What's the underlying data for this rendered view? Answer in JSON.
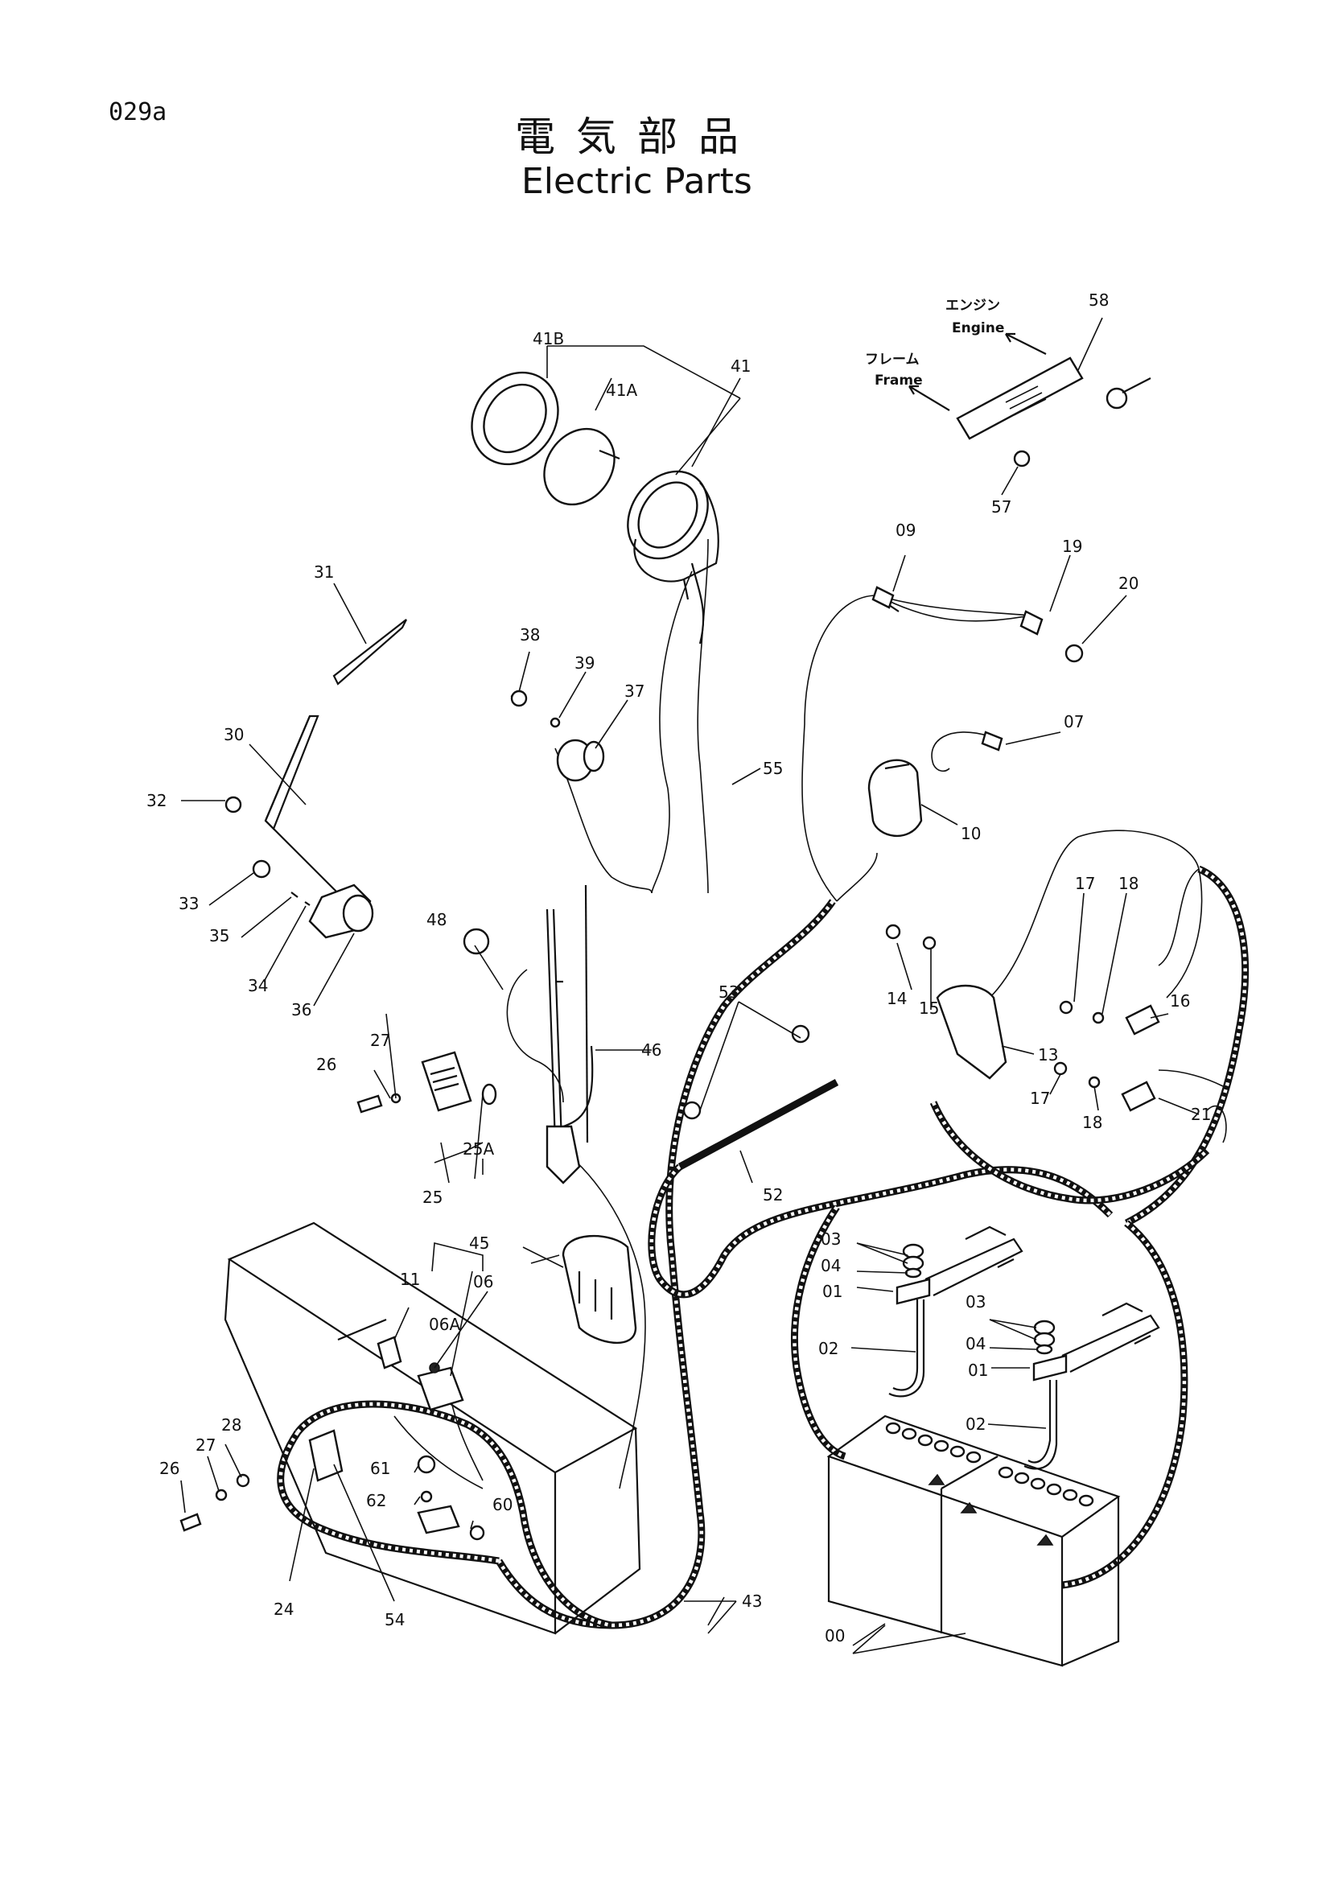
{
  "page_code": "029a",
  "title_jp": "電気部品",
  "title_en": "Electric Parts",
  "direction_labels": {
    "engine_jp": "エンジン",
    "engine_en": "Engine",
    "frame_jp": "フレーム",
    "frame_en": "Frame"
  },
  "callouts": {
    "c00": "00",
    "c01a": "01",
    "c01b": "01",
    "c02a": "02",
    "c02b": "02",
    "c03a": "03",
    "c03b": "03",
    "c04a": "04",
    "c04b": "04",
    "c06": "06",
    "c06A": "06A",
    "c07": "07",
    "c09": "09",
    "c10": "10",
    "c11": "11",
    "c13": "13",
    "c14": "14",
    "c15": "15",
    "c16": "16",
    "c17a": "17",
    "c17b": "17",
    "c18a": "18",
    "c18b": "18",
    "c19": "19",
    "c20": "20",
    "c21": "21",
    "c24": "24",
    "c25": "25",
    "c25A": "25A",
    "c26a": "26",
    "c26b": "26",
    "c27a": "27",
    "c27b": "27",
    "c28": "28",
    "c30": "30",
    "c31": "31",
    "c32": "32",
    "c33": "33",
    "c34": "34",
    "c35": "35",
    "c36": "36",
    "c37": "37",
    "c38": "38",
    "c39": "39",
    "c41": "41",
    "c41A": "41A",
    "c41B": "41B",
    "c43": "43",
    "c45": "45",
    "c46": "46",
    "c48": "48",
    "c52": "52",
    "c53": "53",
    "c54": "54",
    "c55": "55",
    "c57": "57",
    "c58": "58",
    "c60": "60",
    "c61": "61",
    "c62": "62"
  }
}
